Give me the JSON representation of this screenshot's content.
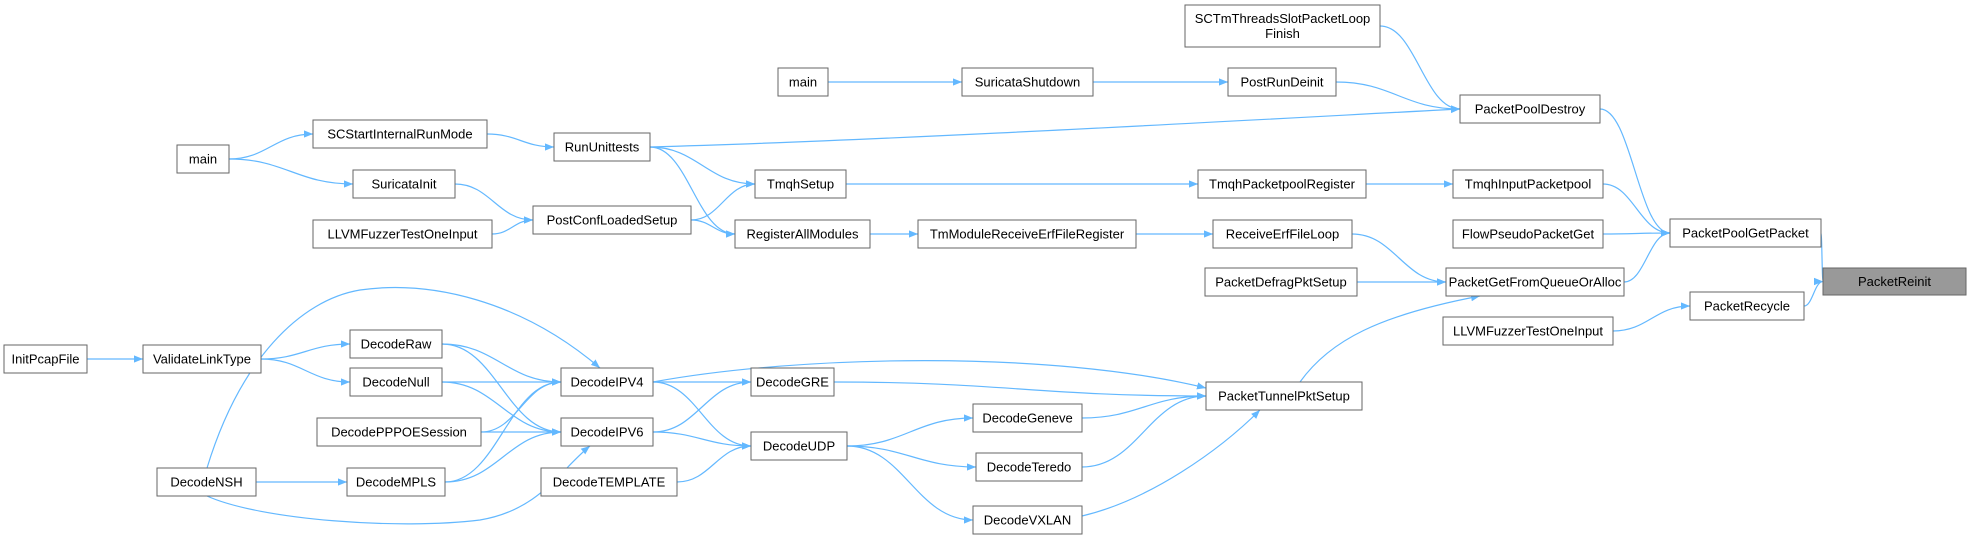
{
  "nodes": [
    {
      "id": "reinit",
      "label": "PacketReinit",
      "root": true
    },
    {
      "id": "ppget",
      "label": "PacketPoolGetPacket"
    },
    {
      "id": "precycle",
      "label": "PacketRecycle"
    },
    {
      "id": "ppdestroy",
      "label": "PacketPoolDestroy"
    },
    {
      "id": "tinpool",
      "label": "TmqhInputPacketpool"
    },
    {
      "id": "flowpseudo",
      "label": "FlowPseudoPacketGet"
    },
    {
      "id": "pgfq",
      "label": "PacketGetFromQueueOrAlloc"
    },
    {
      "id": "llvm2",
      "label": "LLVMFuzzerTestOneInput"
    },
    {
      "id": "scthreads",
      "label": [
        "SCTmThreadsSlotPacketLoop",
        "Finish"
      ]
    },
    {
      "id": "postrundeinit",
      "label": "PostRunDeinit"
    },
    {
      "id": "rununit",
      "label": "RunUnittests"
    },
    {
      "id": "tmqhpkreg",
      "label": "TmqhPacketpoolRegister"
    },
    {
      "id": "recverf",
      "label": "ReceiveErfFileLoop"
    },
    {
      "id": "defrag",
      "label": "PacketDefragPktSetup"
    },
    {
      "id": "tunnel",
      "label": "PacketTunnelPktSetup"
    },
    {
      "id": "scshutdown",
      "label": "SuricataShutdown"
    },
    {
      "id": "main2",
      "label": "main"
    },
    {
      "id": "scstart",
      "label": "SCStartInternalRunMode"
    },
    {
      "id": "main1",
      "label": "main"
    },
    {
      "id": "tmqhsetup",
      "label": "TmqhSetup"
    },
    {
      "id": "scinit",
      "label": "SuricataInit"
    },
    {
      "id": "postconf",
      "label": "PostConfLoadedSetup"
    },
    {
      "id": "llvm1",
      "label": "LLVMFuzzerTestOneInput"
    },
    {
      "id": "regall",
      "label": "RegisterAllModules"
    },
    {
      "id": "tmerf",
      "label": "TmModuleReceiveErfFileRegister"
    },
    {
      "id": "ipv4",
      "label": "DecodeIPV4"
    },
    {
      "id": "gre",
      "label": "DecodeGRE"
    },
    {
      "id": "ipv6",
      "label": "DecodeIPV6"
    },
    {
      "id": "udp",
      "label": "DecodeUDP"
    },
    {
      "id": "geneve",
      "label": "DecodeGeneve"
    },
    {
      "id": "teredo",
      "label": "DecodeTeredo"
    },
    {
      "id": "vxlan",
      "label": "DecodeVXLAN"
    },
    {
      "id": "raw",
      "label": "DecodeRaw"
    },
    {
      "id": "null",
      "label": "DecodeNull"
    },
    {
      "id": "pppoe",
      "label": "DecodePPPOESession"
    },
    {
      "id": "mpls",
      "label": "DecodeMPLS"
    },
    {
      "id": "nsh",
      "label": "DecodeNSH"
    },
    {
      "id": "template",
      "label": "DecodeTEMPLATE"
    },
    {
      "id": "validate",
      "label": "ValidateLinkType"
    },
    {
      "id": "initpcap",
      "label": "InitPcapFile"
    }
  ],
  "edges": [
    {
      "from": "ppget",
      "to": "reinit"
    },
    {
      "from": "precycle",
      "to": "reinit"
    },
    {
      "from": "ppdestroy",
      "to": "ppget"
    },
    {
      "from": "tinpool",
      "to": "ppget"
    },
    {
      "from": "flowpseudo",
      "to": "ppget"
    },
    {
      "from": "pgfq",
      "to": "ppget"
    },
    {
      "from": "llvm2",
      "to": "precycle"
    },
    {
      "from": "scthreads",
      "to": "ppdestroy"
    },
    {
      "from": "postrundeinit",
      "to": "ppdestroy"
    },
    {
      "from": "rununit",
      "to": "ppdestroy"
    },
    {
      "from": "scshutdown",
      "to": "postrundeinit"
    },
    {
      "from": "main2",
      "to": "scshutdown"
    },
    {
      "from": "tmqhpkreg",
      "to": "tinpool"
    },
    {
      "from": "tmqhsetup",
      "to": "tmqhpkreg"
    },
    {
      "from": "rununit",
      "to": "tmqhsetup"
    },
    {
      "from": "postconf",
      "to": "tmqhsetup"
    },
    {
      "from": "recverf",
      "to": "pgfq"
    },
    {
      "from": "defrag",
      "to": "pgfq"
    },
    {
      "from": "tunnel",
      "to": "pgfq"
    },
    {
      "from": "tmerf",
      "to": "recverf"
    },
    {
      "from": "regall",
      "to": "tmerf"
    },
    {
      "from": "rununit",
      "to": "regall"
    },
    {
      "from": "postconf",
      "to": "regall"
    },
    {
      "from": "scstart",
      "to": "rununit"
    },
    {
      "from": "main1",
      "to": "scstart"
    },
    {
      "from": "main1",
      "to": "scinit"
    },
    {
      "from": "scinit",
      "to": "postconf"
    },
    {
      "from": "llvm1",
      "to": "postconf"
    },
    {
      "from": "ipv4",
      "to": "tunnel"
    },
    {
      "from": "gre",
      "to": "tunnel"
    },
    {
      "from": "geneve",
      "to": "tunnel"
    },
    {
      "from": "teredo",
      "to": "tunnel"
    },
    {
      "from": "vxlan",
      "to": "tunnel"
    },
    {
      "from": "ipv4",
      "to": "gre"
    },
    {
      "from": "ipv6",
      "to": "gre"
    },
    {
      "from": "ipv4",
      "to": "udp"
    },
    {
      "from": "ipv6",
      "to": "udp"
    },
    {
      "from": "template",
      "to": "udp"
    },
    {
      "from": "udp",
      "to": "geneve"
    },
    {
      "from": "udp",
      "to": "teredo"
    },
    {
      "from": "udp",
      "to": "vxlan"
    },
    {
      "from": "raw",
      "to": "ipv4"
    },
    {
      "from": "raw",
      "to": "ipv6"
    },
    {
      "from": "null",
      "to": "ipv4"
    },
    {
      "from": "null",
      "to": "ipv6"
    },
    {
      "from": "pppoe",
      "to": "ipv4"
    },
    {
      "from": "pppoe",
      "to": "ipv6"
    },
    {
      "from": "mpls",
      "to": "ipv4"
    },
    {
      "from": "mpls",
      "to": "ipv6"
    },
    {
      "from": "nsh",
      "to": "ipv4"
    },
    {
      "from": "nsh",
      "to": "ipv6"
    },
    {
      "from": "nsh",
      "to": "mpls"
    },
    {
      "from": "validate",
      "to": "raw"
    },
    {
      "from": "validate",
      "to": "null"
    },
    {
      "from": "initpcap",
      "to": "validate"
    }
  ],
  "colors": {
    "edge": "#63b8ff",
    "node_border": "#666666",
    "root_fill": "#999999"
  }
}
